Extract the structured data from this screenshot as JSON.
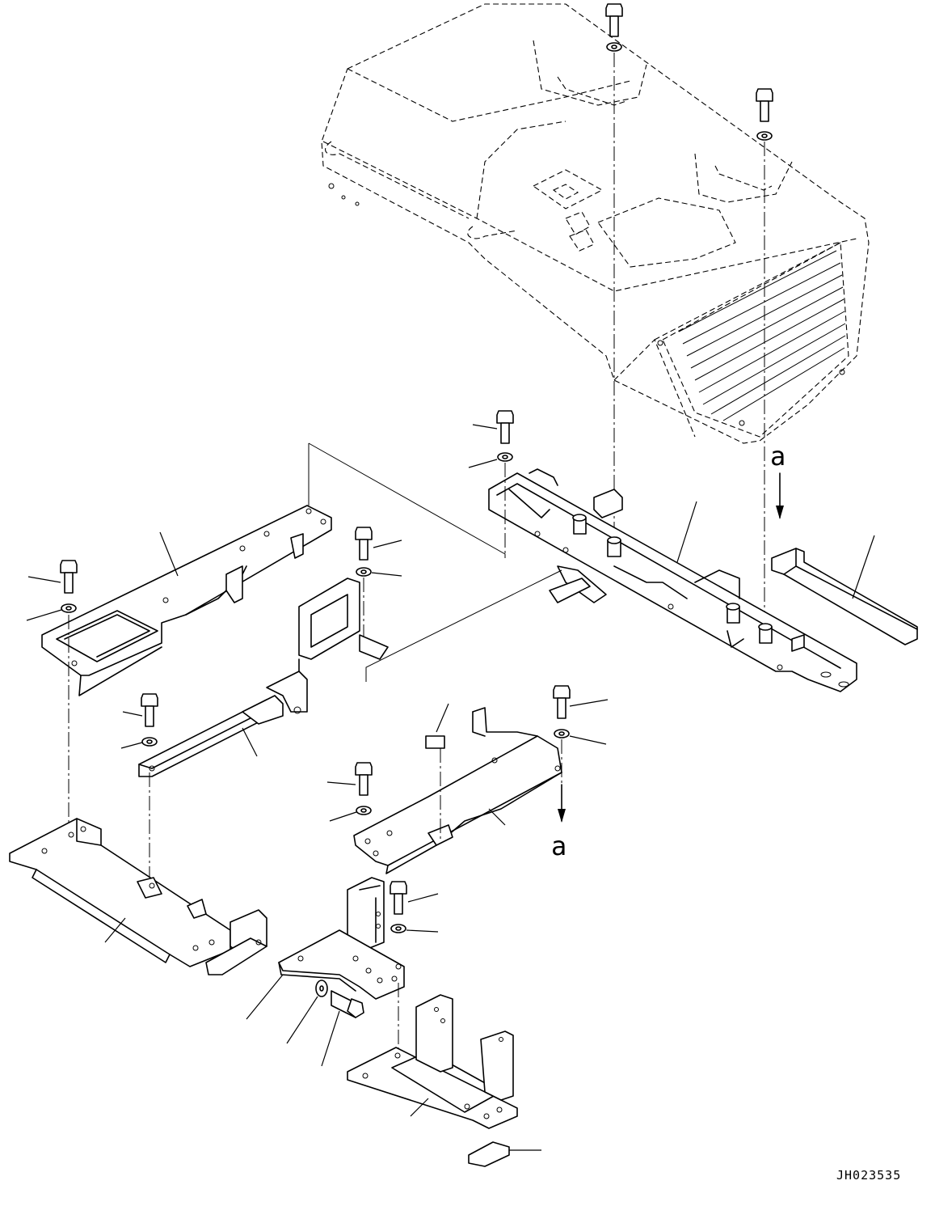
{
  "figure": {
    "view_labels": [
      "a",
      "a"
    ],
    "drawing_code": "JH023535"
  }
}
